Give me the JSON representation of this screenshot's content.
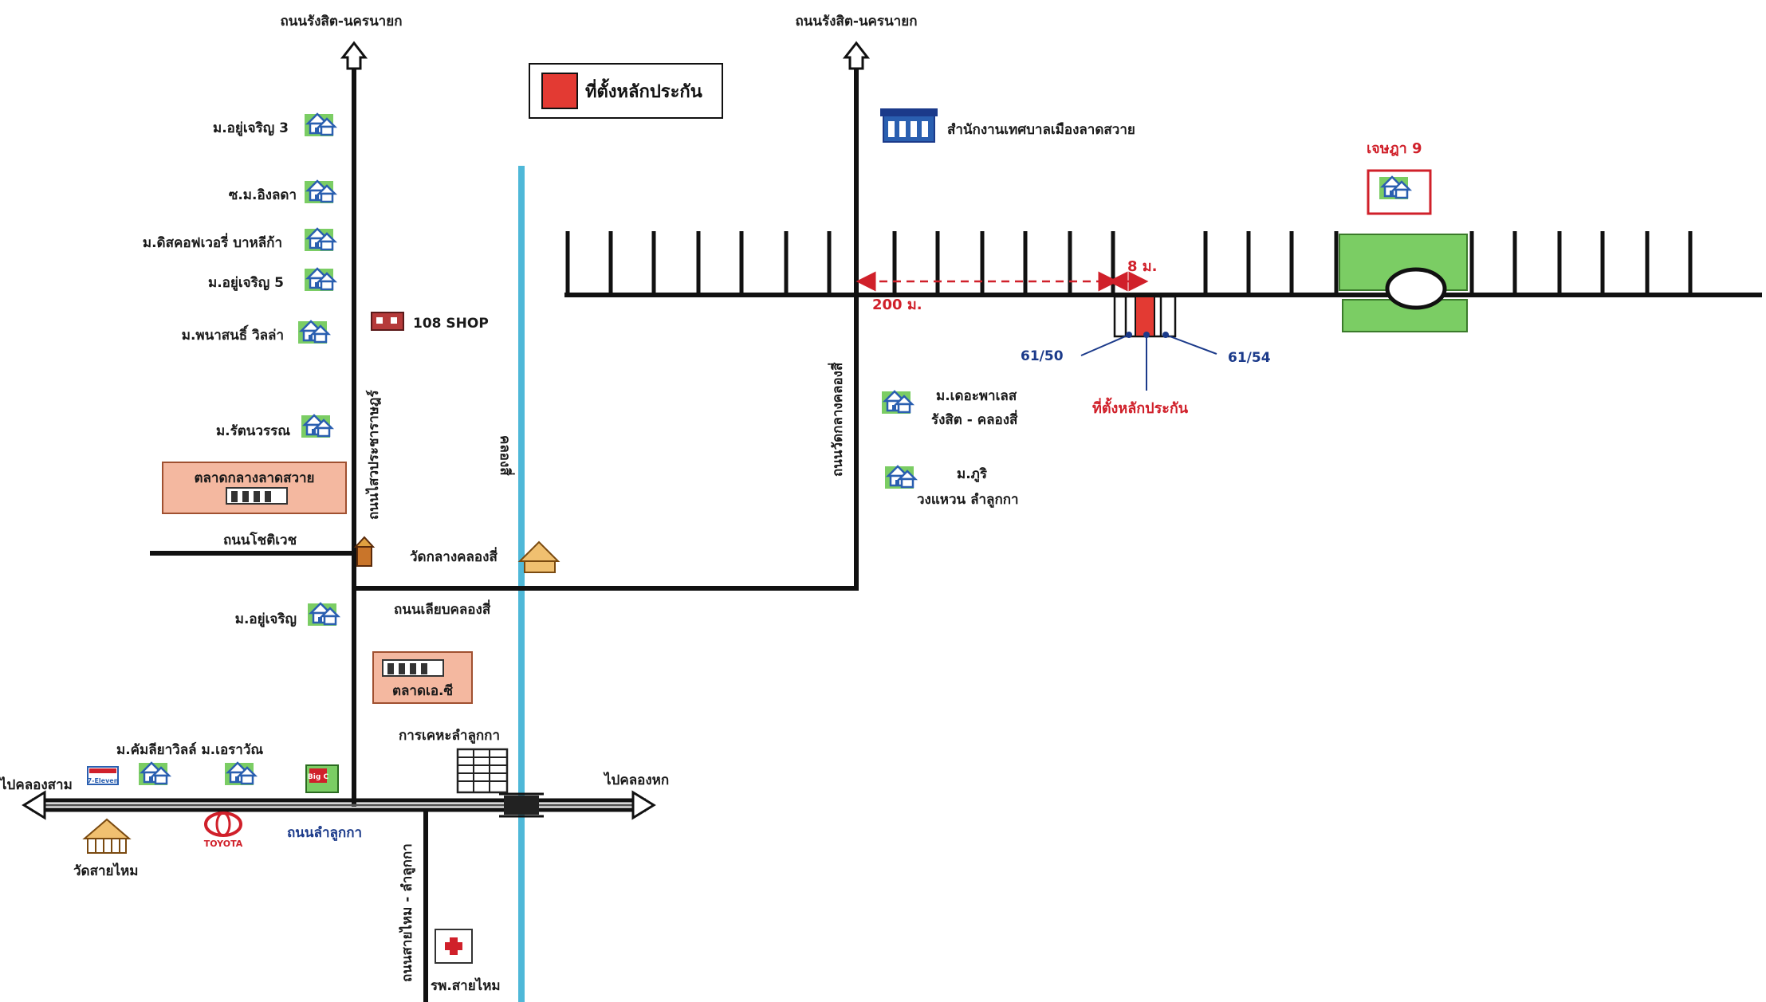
{
  "colors": {
    "road": "#111111",
    "canal": "#4fb8d8",
    "collateral": "#e33a33",
    "market_box": "#f4b8a0",
    "green_area": "#7bcd64",
    "red_text": "#d0202a",
    "blue_text": "#1b3a8a",
    "house_icon": "#2a5fb0"
  },
  "legend": {
    "label": "ที่ตั้งหลักประกัน"
  },
  "roads": {
    "rangsit_nakhonnayok_left": "ถนนรังสิต-นครนายก",
    "rangsit_nakhonnayok_right": "ถนนรังสิต-นครนายก",
    "saiprachatham": "ถนนไสวประชาราษฎร์",
    "wat_klang_khlong_si": "ถนนวัดกลางคลองสี่",
    "chotiwet": "ถนนโชติเวช",
    "liap_khlong_si": "ถนนเลียบคลองสี่",
    "lam_luk_ka": "ถนนลำลูกกา",
    "saimai_lamlukka": "ถนนสายไหม - ลำลูกกา"
  },
  "canal": {
    "label": "คลองสี่"
  },
  "directions": {
    "to_khlong_sam": "ไปคลองสาม",
    "to_khlong_hok": "ไปคลองหก"
  },
  "villages_left": [
    "ม.อยู่เจริญ 3",
    "ซ.ม.อิงลดา",
    "ม.ดิสคอฟเวอรี่ บาหลีก้า",
    "ม.อยู่เจริญ 5",
    "ม.พนาสนธิ์ วิลล่า",
    "ม.รัตนวรรณ",
    "ม.อยู่เจริญ"
  ],
  "landmarks": {
    "shop_108": "108 SHOP",
    "municipal_office": "สำนักงานเทศบาลเมืองลาดสวาย",
    "lat_sawai_market": "ตลาดกลางลาดสวาย",
    "wat_klang_khlong_si": "วัดกลางคลองสี่",
    "ac_market": "ตลาดเอ.ซี",
    "housing_authority": "การเคหะลำลูกกา",
    "kanmani_village": "ม.คัมลียาวิลล์ ม.เอราวัณ",
    "wat_sai_mai": "วัดสายไหม",
    "saimai_hospital": "รพ.สายไหม",
    "the_palace": "ม.เดอะพาเลส",
    "the_palace_sub": "รังสิต - คลองสี่",
    "phuri": "ม.ภูริ",
    "phuri_sub": "วงแหวน ลำลูกกา",
    "chetsada": "เจษฎา 9",
    "toyota": "TOYOTA",
    "big_c": "Big C",
    "seven_eleven": "7-Eleven"
  },
  "distances": {
    "from_road": "200 ม.",
    "to_plot": "8 ม."
  },
  "plots": {
    "left_number": "61/50",
    "right_number": "61/54",
    "collateral_label": "ที่ตั้งหลักประกัน"
  }
}
